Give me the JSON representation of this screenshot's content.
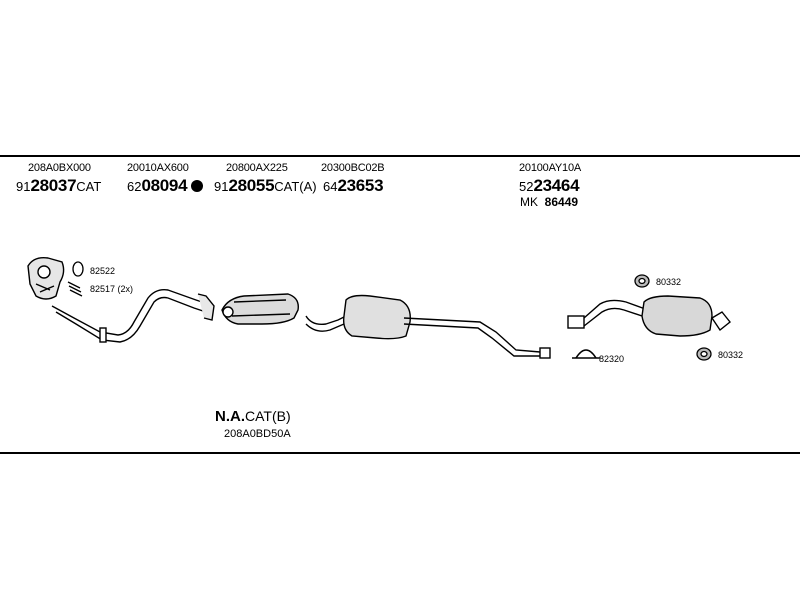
{
  "columns": [
    {
      "code": "208A0BX000",
      "qty": "91",
      "part": "28037",
      "suffix": "CAT"
    },
    {
      "code": "20010AX600",
      "qty": "62",
      "part": "08094",
      "suffix": ""
    },
    {
      "code": "20800AX225",
      "qty": "91",
      "part": "28055",
      "suffix": "CAT(A)"
    },
    {
      "code": "20300BC02B",
      "qty": "64",
      "part": "23653",
      "suffix": ""
    },
    {
      "code": "20100AY10A",
      "qty": "52",
      "part": "23464",
      "suffix": "",
      "kit_prefix": "MK",
      "kit_number": "86449"
    }
  ],
  "small_parts": {
    "gasket_1": "82522",
    "gasket_2": "82517 (2x)",
    "clamp": "82320",
    "rubber_1": "80332",
    "rubber_2": "80332"
  },
  "na_block": {
    "prefix": "N.A.",
    "suffix": "CAT(B)",
    "code": "208A0BD50A"
  }
}
